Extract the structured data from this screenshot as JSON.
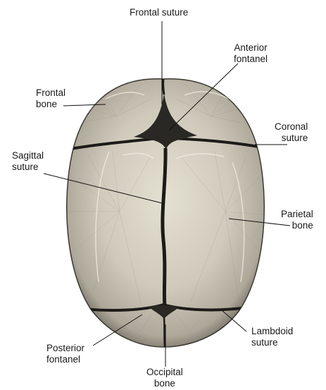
{
  "labels": {
    "frontal_suture": {
      "lines": [
        "Frontal suture"
      ]
    },
    "anterior_fontanel": {
      "lines": [
        "Anterior",
        "fontanel"
      ]
    },
    "frontal_bone": {
      "lines": [
        "Frontal",
        "bone"
      ]
    },
    "coronal_suture": {
      "lines": [
        "Coronal",
        "suture"
      ]
    },
    "sagittal_suture": {
      "lines": [
        "Sagittal",
        "suture"
      ]
    },
    "parietal_bone": {
      "lines": [
        "Parietal",
        "bone"
      ]
    },
    "lambdoid_suture": {
      "lines": [
        "Lambdoid",
        "suture"
      ]
    },
    "posterior_fontanel": {
      "lines": [
        "Posterior",
        "fontanel"
      ]
    },
    "occipital_bone": {
      "lines": [
        "Occipital",
        "bone"
      ]
    }
  },
  "colors": {
    "bone_light": "#e4e0d2",
    "bone_mid": "#aea89a",
    "bone_dark": "#5e5a50",
    "suture": "#1c1b18",
    "leader_line": "#111111",
    "text": "#1a1a1a"
  }
}
